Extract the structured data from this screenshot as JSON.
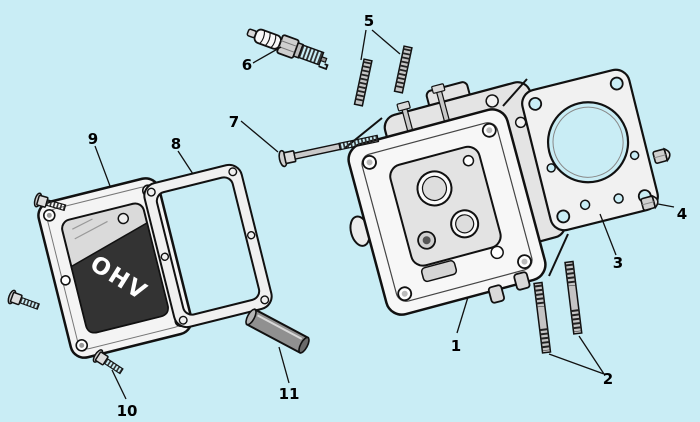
{
  "diagram": {
    "background_color": "#c9edf5",
    "line_color": "#111111",
    "cover_badge": "OHV",
    "callouts": [
      {
        "number": "1"
      },
      {
        "number": "2"
      },
      {
        "number": "3"
      },
      {
        "number": "4"
      },
      {
        "number": "5"
      },
      {
        "number": "6"
      },
      {
        "number": "7"
      },
      {
        "number": "8"
      },
      {
        "number": "9"
      },
      {
        "number": "10"
      },
      {
        "number": "11"
      }
    ]
  }
}
